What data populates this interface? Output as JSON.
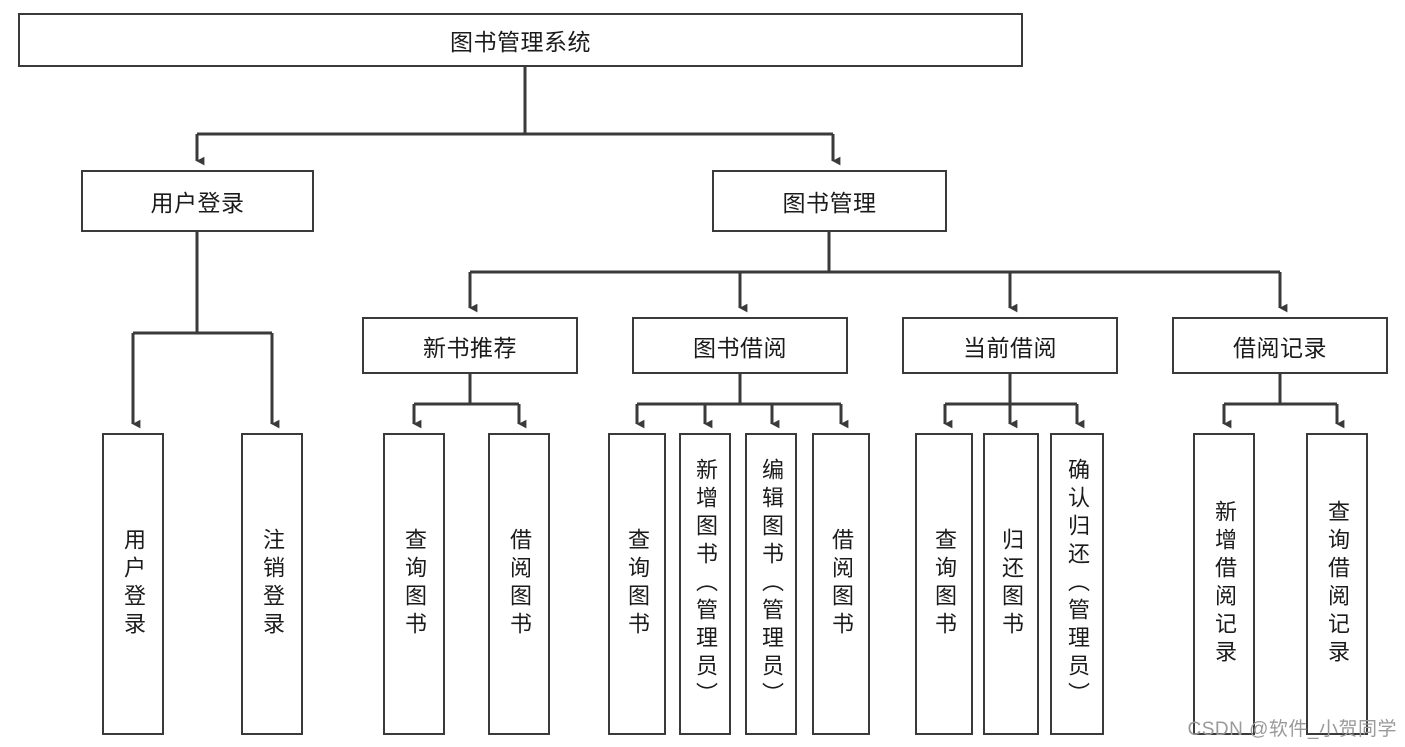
{
  "diagram": {
    "type": "hierarchy-tree",
    "title": "图书管理系统",
    "root": {
      "label": "图书管理系统"
    },
    "level2": [
      {
        "label": "用户登录"
      },
      {
        "label": "图书管理"
      }
    ],
    "level3": [
      {
        "label": "新书推荐"
      },
      {
        "label": "图书借阅"
      },
      {
        "label": "当前借阅"
      },
      {
        "label": "借阅记录"
      }
    ],
    "leaves": {
      "user_login": [
        {
          "label": "用户登录"
        },
        {
          "label": "注销登录"
        }
      ],
      "new_book_recommend": [
        {
          "label": "查询图书"
        },
        {
          "label": "借阅图书"
        }
      ],
      "book_borrow": [
        {
          "label": "查询图书"
        },
        {
          "label": "新增图书（管理员）"
        },
        {
          "label": "编辑图书（管理员）"
        },
        {
          "label": "借阅图书"
        }
      ],
      "current_borrow": [
        {
          "label": "查询图书"
        },
        {
          "label": "归还图书"
        },
        {
          "label": "确认归还（管理员）"
        }
      ],
      "borrow_record": [
        {
          "label": "新增借阅记录"
        },
        {
          "label": "查询借阅记录"
        }
      ]
    }
  },
  "watermark": {
    "text": "CSDN @软件_小贺同学"
  },
  "colors": {
    "stroke": "#3a3a3a",
    "text": "#1b1b1b",
    "background": "#ffffff",
    "watermark": "#9a9a9a"
  }
}
